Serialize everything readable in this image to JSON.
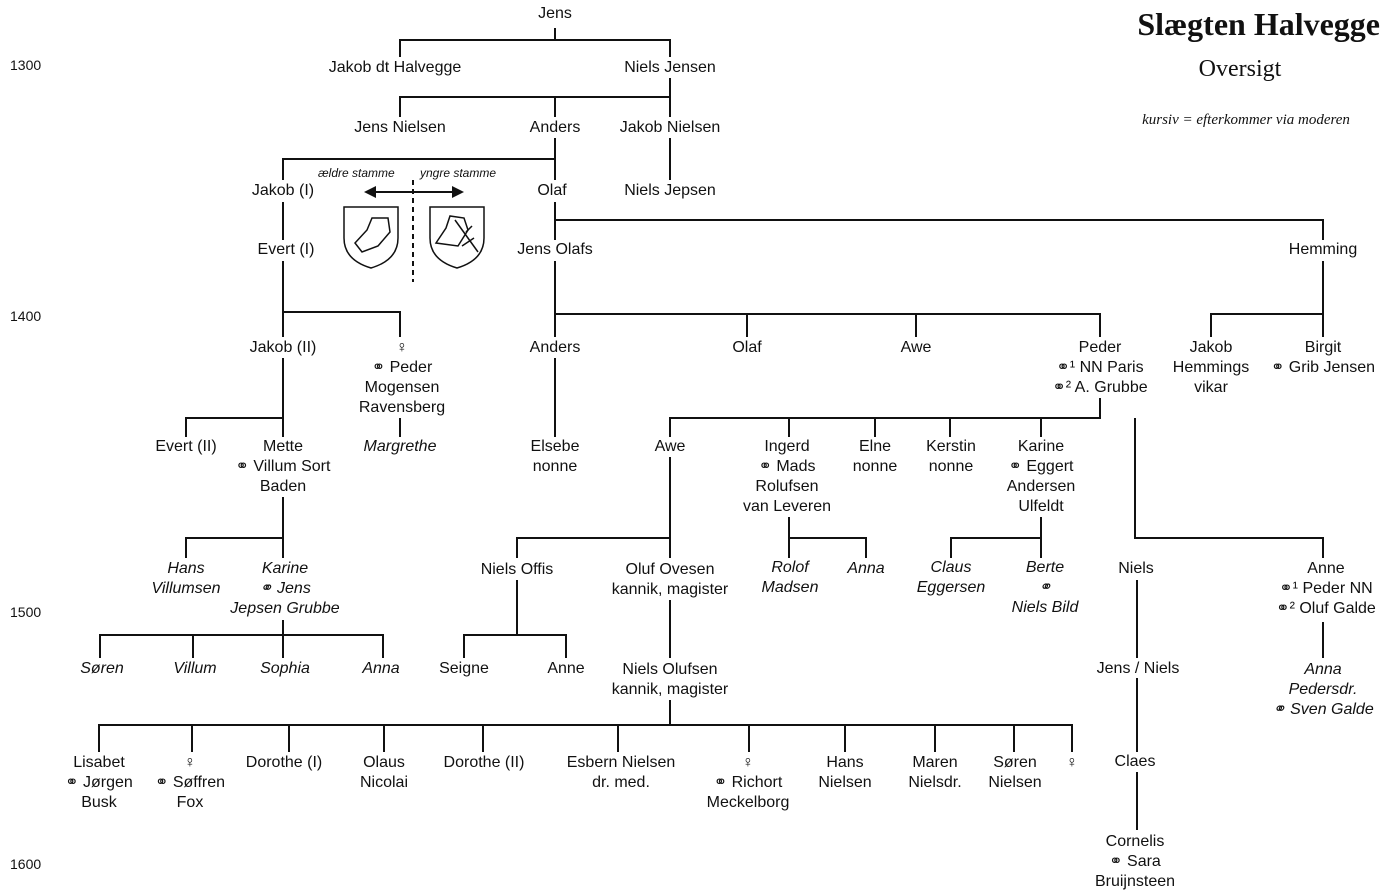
{
  "title": "Slægten Halvegge",
  "subtitle": "Oversigt",
  "legend": "kursiv = efterkommer via moderen",
  "branches": {
    "elder": "ældre stamme",
    "younger": "yngre stamme"
  },
  "icons": [
    "coat-of-arms-elder-icon",
    "coat-of-arms-younger-icon"
  ],
  "years": [
    "1300",
    "1400",
    "1500",
    "1600"
  ],
  "persons": [
    {
      "id": "jens",
      "lines": [
        "Jens"
      ]
    },
    {
      "id": "jakob-dt",
      "lines": [
        "Jakob dt Halvegge"
      ]
    },
    {
      "id": "niels-jensen",
      "lines": [
        "Niels Jensen"
      ]
    },
    {
      "id": "jens-nielsen",
      "lines": [
        "Jens Nielsen"
      ]
    },
    {
      "id": "anders-1",
      "lines": [
        "Anders"
      ]
    },
    {
      "id": "jakob-nielsen",
      "lines": [
        "Jakob Nielsen"
      ]
    },
    {
      "id": "jakob-i",
      "lines": [
        "Jakob (I)"
      ]
    },
    {
      "id": "olaf-1",
      "lines": [
        "Olaf"
      ]
    },
    {
      "id": "niels-jepsen",
      "lines": [
        "Niels Jepsen"
      ]
    },
    {
      "id": "evert-i",
      "lines": [
        "Evert (I)"
      ]
    },
    {
      "id": "jens-olafs",
      "lines": [
        "Jens Olafs"
      ]
    },
    {
      "id": "hemming",
      "lines": [
        "Hemming"
      ]
    },
    {
      "id": "jakob-ii",
      "lines": [
        "Jakob (II)"
      ]
    },
    {
      "id": "daughter-1",
      "lines": [
        "♀",
        "⚭ Peder",
        "Mogensen",
        "Ravensberg"
      ]
    },
    {
      "id": "anders-2",
      "lines": [
        "Anders"
      ]
    },
    {
      "id": "olaf-2",
      "lines": [
        "Olaf"
      ]
    },
    {
      "id": "awe-1",
      "lines": [
        "Awe"
      ]
    },
    {
      "id": "peder",
      "lines": [
        "Peder",
        "⚭¹ NN Paris",
        "⚭² A. Grubbe"
      ]
    },
    {
      "id": "jakob-hemmings",
      "lines": [
        "Jakob",
        "Hemmings",
        "vikar"
      ]
    },
    {
      "id": "birgit",
      "lines": [
        "Birgit",
        "⚭ Grib Jensen"
      ]
    },
    {
      "id": "evert-ii",
      "lines": [
        "Evert (II)"
      ]
    },
    {
      "id": "mette",
      "lines": [
        "Mette",
        "⚭ Villum Sort",
        "Baden"
      ]
    },
    {
      "id": "margrethe",
      "lines": [
        "Margrethe"
      ],
      "italic": true
    },
    {
      "id": "elsebe",
      "lines": [
        "Elsebe",
        "nonne"
      ]
    },
    {
      "id": "awe-2",
      "lines": [
        "Awe"
      ]
    },
    {
      "id": "ingerd",
      "lines": [
        "Ingerd",
        "⚭ Mads",
        "Rolufsen",
        "van Leveren"
      ]
    },
    {
      "id": "elne",
      "lines": [
        "Elne",
        "nonne"
      ]
    },
    {
      "id": "kerstin",
      "lines": [
        "Kerstin",
        "nonne"
      ]
    },
    {
      "id": "karine-1",
      "lines": [
        "Karine",
        "⚭ Eggert",
        "Andersen",
        "Ulfeldt"
      ]
    },
    {
      "id": "hans-villumsen",
      "lines": [
        "Hans",
        "Villumsen"
      ],
      "italic": true
    },
    {
      "id": "karine-2",
      "lines": [
        "Karine",
        "⚭ Jens",
        "Jepsen Grubbe"
      ],
      "italic": true
    },
    {
      "id": "niels-offis",
      "lines": [
        "Niels Offis"
      ]
    },
    {
      "id": "oluf-ovesen",
      "lines": [
        "Oluf Ovesen",
        "kannik, magister"
      ]
    },
    {
      "id": "rolof",
      "lines": [
        "Rolof",
        "Madsen"
      ],
      "italic": true
    },
    {
      "id": "anna-1",
      "lines": [
        "Anna"
      ],
      "italic": true
    },
    {
      "id": "claus",
      "lines": [
        "Claus",
        "Eggersen"
      ],
      "italic": true
    },
    {
      "id": "berte",
      "lines": [
        "Berte",
        "⚭",
        "Niels Bild"
      ],
      "italic": true
    },
    {
      "id": "niels",
      "lines": [
        "Niels"
      ]
    },
    {
      "id": "anne-1",
      "lines": [
        "Anne",
        "⚭¹ Peder NN",
        "⚭² Oluf Galde"
      ]
    },
    {
      "id": "soren-1",
      "lines": [
        "Søren"
      ],
      "italic": true
    },
    {
      "id": "villum",
      "lines": [
        "Villum"
      ],
      "italic": true
    },
    {
      "id": "sophia",
      "lines": [
        "Sophia"
      ],
      "italic": true
    },
    {
      "id": "anna-2",
      "lines": [
        "Anna"
      ],
      "italic": true
    },
    {
      "id": "seigne",
      "lines": [
        "Seigne"
      ]
    },
    {
      "id": "anne-2",
      "lines": [
        "Anne"
      ]
    },
    {
      "id": "niels-olufsen",
      "lines": [
        "Niels Olufsen",
        "kannik, magister"
      ]
    },
    {
      "id": "jens-niels",
      "lines": [
        "Jens / Niels"
      ]
    },
    {
      "id": "anna-pedersdr",
      "lines": [
        "Anna",
        "Pedersdr.",
        "⚭ Sven Galde"
      ],
      "italic": true
    },
    {
      "id": "lisabet",
      "lines": [
        "Lisabet",
        "⚭ Jørgen",
        "Busk"
      ]
    },
    {
      "id": "daughter-2",
      "lines": [
        "♀",
        "⚭ Søffren",
        "Fox"
      ]
    },
    {
      "id": "dorothe-i",
      "lines": [
        "Dorothe (I)"
      ]
    },
    {
      "id": "olaus",
      "lines": [
        "Olaus",
        "Nicolai"
      ]
    },
    {
      "id": "dorothe-ii",
      "lines": [
        "Dorothe (II)"
      ]
    },
    {
      "id": "esbern",
      "lines": [
        "Esbern Nielsen",
        "dr. med."
      ]
    },
    {
      "id": "daughter-3",
      "lines": [
        "♀",
        "⚭ Richort",
        "Meckelborg"
      ]
    },
    {
      "id": "hans-nielsen",
      "lines": [
        "Hans",
        "Nielsen"
      ]
    },
    {
      "id": "maren",
      "lines": [
        "Maren",
        "Nielsdr."
      ]
    },
    {
      "id": "soren-2",
      "lines": [
        "Søren",
        "Nielsen"
      ]
    },
    {
      "id": "daughter-4",
      "lines": [
        "♀"
      ]
    },
    {
      "id": "claes",
      "lines": [
        "Claes"
      ]
    },
    {
      "id": "cornelis",
      "lines": [
        "Cornelis",
        "⚭ Sara",
        "Bruijnsteen"
      ]
    }
  ]
}
